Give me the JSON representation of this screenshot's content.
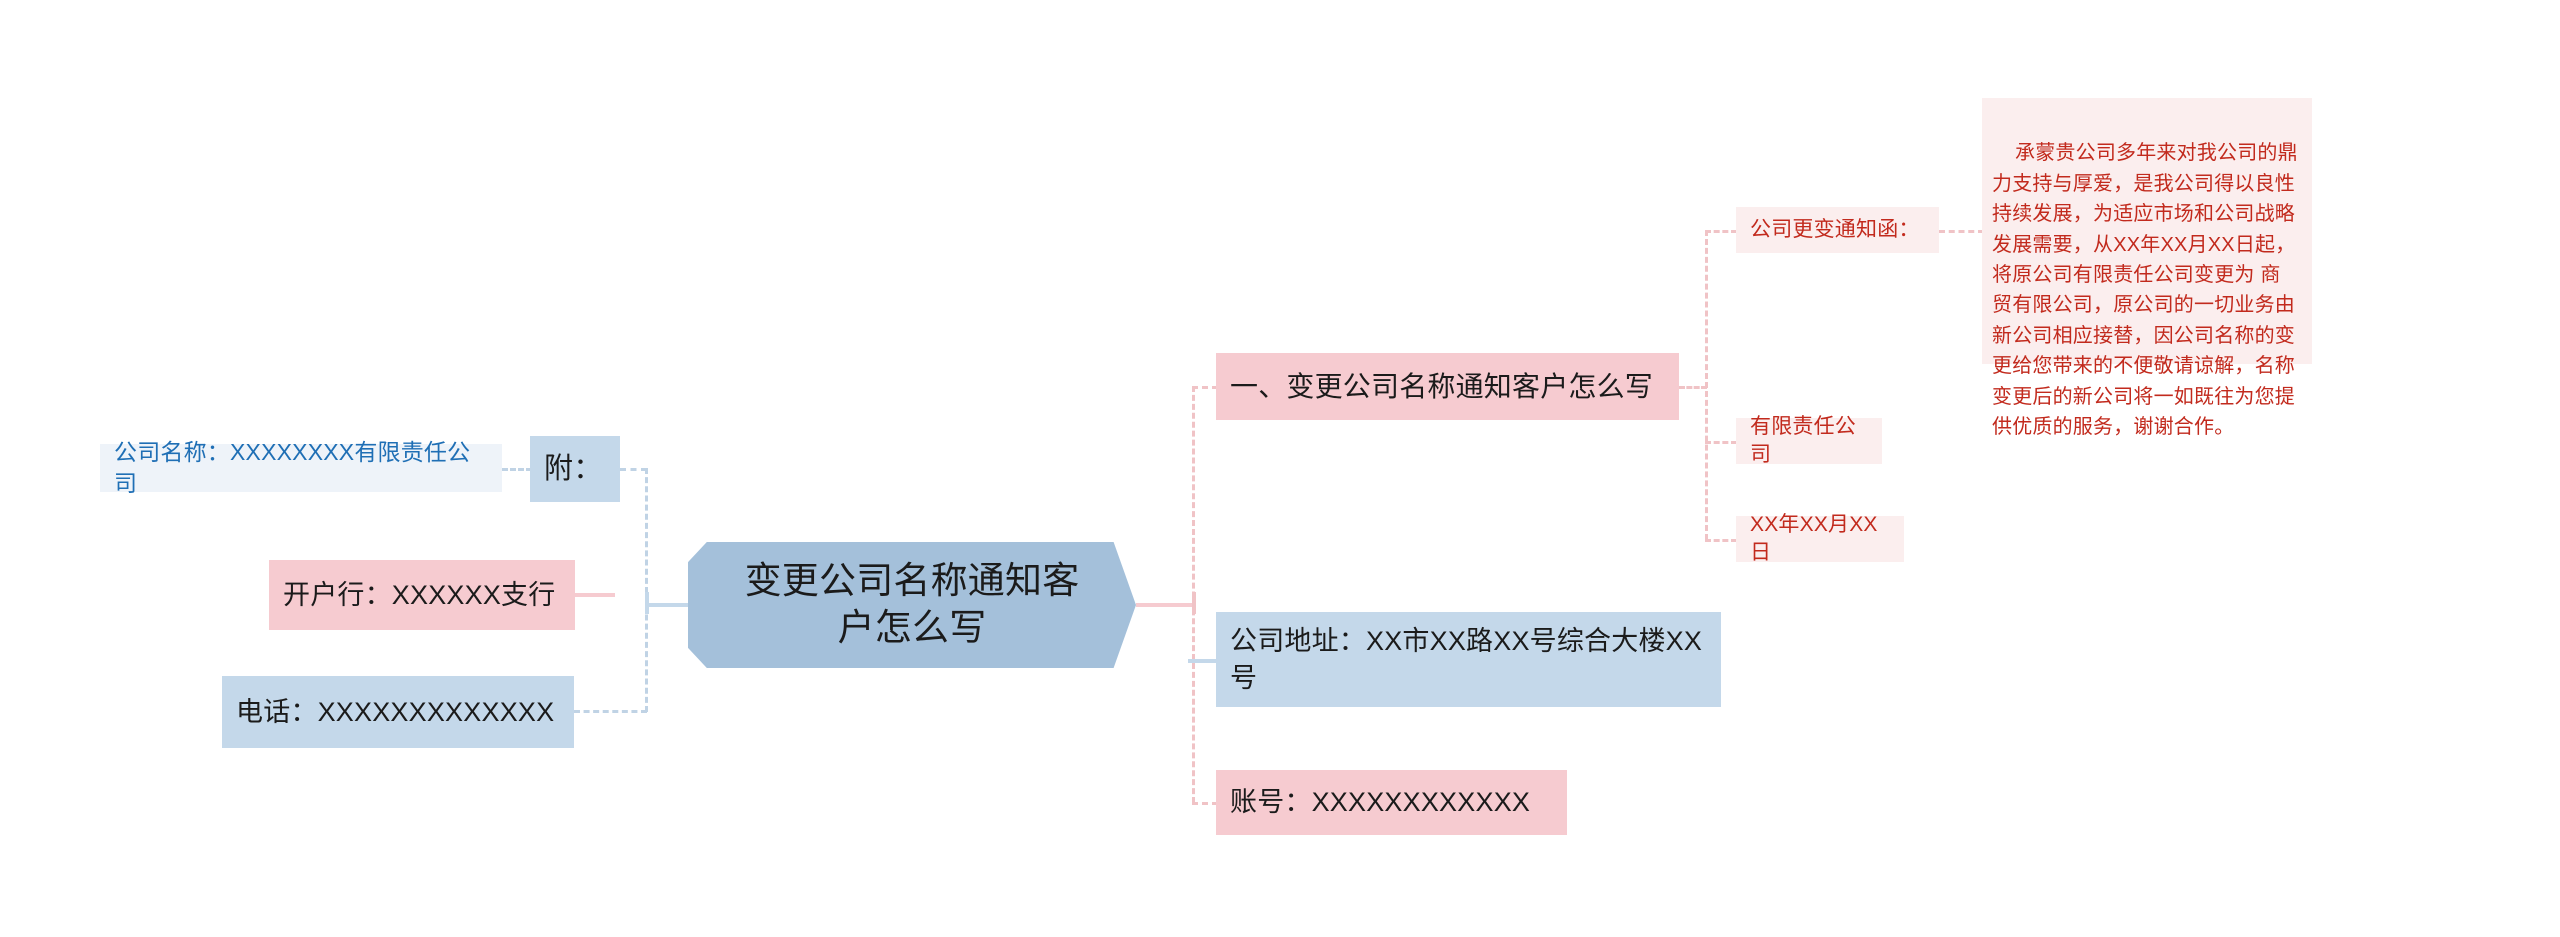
{
  "diagram": {
    "type": "mindmap",
    "central": {
      "label": "变更公司名称通知客户怎么写"
    },
    "left_branch": {
      "attachment_label": "附：",
      "items": [
        {
          "label": "公司名称：XXXXXXXX有限责任公司"
        },
        {
          "label": "开户行：XXXXXX支行"
        },
        {
          "label": "电话：XXXXXXXXXXXXX"
        }
      ]
    },
    "right_branch": {
      "items": [
        {
          "label": "一、变更公司名称通知客户怎么写"
        },
        {
          "label": "公司地址：XX市XX路XX号综合大楼XX号"
        },
        {
          "label": "账号：XXXXXXXXXXXX"
        }
      ]
    },
    "right_sub_branch": {
      "items": [
        {
          "label": "公司更变通知函："
        },
        {
          "label": "有限责任公司"
        },
        {
          "label": "XX年XX月XX日"
        }
      ],
      "body_text": "承蒙贵公司多年来对我公司的鼎力支持与厚爱，是我公司得以良性持续发展，为适应市场和公司战略发展需要，从XX年XX月XX日起，将原公司有限责任公司变更为 商贸有限公司，原公司的一切业务由新公司相应接替，因公司名称的变更给您带来的不便敬请谅解，名称变更后的新公司将一如既往为您提供优质的服务，谢谢合作。"
    },
    "colors": {
      "central_fill": "#a4c0da",
      "blue_fill": "#c4d8ea",
      "pale_blue_fill": "#eef3f9",
      "pink_fill": "#f6cbd0",
      "pale_pink_fill": "#fbeeee",
      "blue_text": "#1f6fb5",
      "red_text": "#c22a1d",
      "dark_text": "#1b1b1b"
    }
  }
}
